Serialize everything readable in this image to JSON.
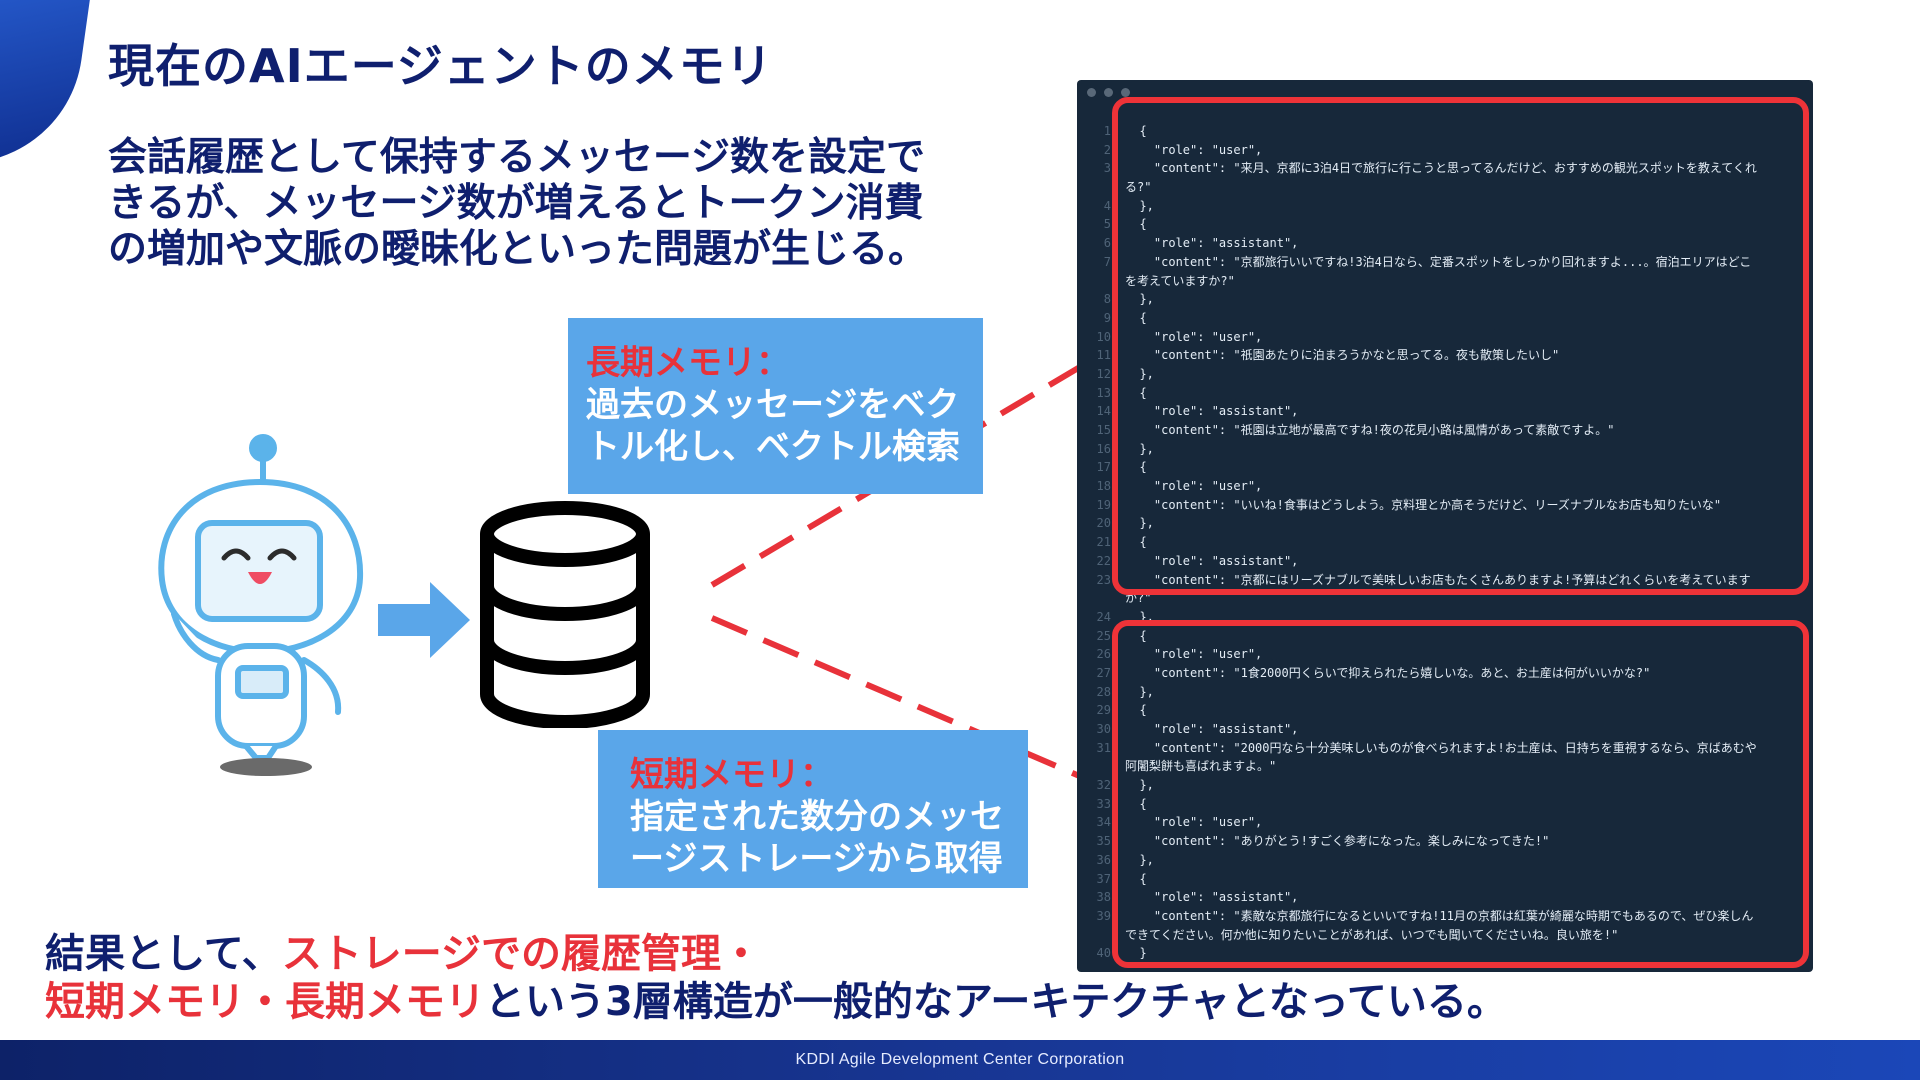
{
  "slide": {
    "title": "現在のAIエージェントのメモリ",
    "intro": "会話履歴として保持するメッセージ数を設定で\nきるが、メッセージ数が増えるとトークン消費\nの増加や文脈の曖昧化といった問題が生じる。"
  },
  "long_memory": {
    "title": "長期メモリ：",
    "body": "過去のメッセージをベク\nトル化し、ベクトル検索"
  },
  "short_memory": {
    "title": "短期メモリ：",
    "body": "指定された数分のメッセ\nージストレージから取得"
  },
  "code": {
    "lines": [
      {
        "n": "1",
        "t": "  {"
      },
      {
        "n": "2",
        "t": "    \"role\": \"user\","
      },
      {
        "n": "3",
        "t": "    \"content\": \"来月、京都に3泊4日で旅行に行こうと思ってるんだけど、おすすめの観光スポットを教えてくれ"
      },
      {
        "n": "",
        "t": "る?\""
      },
      {
        "n": "4",
        "t": "  },"
      },
      {
        "n": "5",
        "t": "  {"
      },
      {
        "n": "6",
        "t": "    \"role\": \"assistant\","
      },
      {
        "n": "7",
        "t": "    \"content\": \"京都旅行いいですね!3泊4日なら、定番スポットをしっかり回れますよ...。宿泊エリアはどこ"
      },
      {
        "n": "",
        "t": "を考えていますか?\""
      },
      {
        "n": "8",
        "t": "  },"
      },
      {
        "n": "9",
        "t": "  {"
      },
      {
        "n": "10",
        "t": "    \"role\": \"user\","
      },
      {
        "n": "11",
        "t": "    \"content\": \"祇園あたりに泊まろうかなと思ってる。夜も散策したいし\""
      },
      {
        "n": "12",
        "t": "  },"
      },
      {
        "n": "13",
        "t": "  {"
      },
      {
        "n": "14",
        "t": "    \"role\": \"assistant\","
      },
      {
        "n": "15",
        "t": "    \"content\": \"祇園は立地が最高ですね!夜の花見小路は風情があって素敵ですよ。\""
      },
      {
        "n": "16",
        "t": "  },"
      },
      {
        "n": "17",
        "t": "  {"
      },
      {
        "n": "18",
        "t": "    \"role\": \"user\","
      },
      {
        "n": "19",
        "t": "    \"content\": \"いいね!食事はどうしよう。京料理とか高そうだけど、リーズナブルなお店も知りたいな\""
      },
      {
        "n": "20",
        "t": "  },"
      },
      {
        "n": "21",
        "t": "  {"
      },
      {
        "n": "22",
        "t": "    \"role\": \"assistant\","
      },
      {
        "n": "23",
        "t": "    \"content\": \"京都にはリーズナブルで美味しいお店もたくさんありますよ!予算はどれくらいを考えています"
      },
      {
        "n": "",
        "t": "か?\""
      },
      {
        "n": "24",
        "t": "  },"
      },
      {
        "n": "25",
        "t": "  {"
      },
      {
        "n": "26",
        "t": "    \"role\": \"user\","
      },
      {
        "n": "27",
        "t": "    \"content\": \"1食2000円くらいで抑えられたら嬉しいな。あと、お土産は何がいいかな?\""
      },
      {
        "n": "28",
        "t": "  },"
      },
      {
        "n": "29",
        "t": "  {"
      },
      {
        "n": "30",
        "t": "    \"role\": \"assistant\","
      },
      {
        "n": "31",
        "t": "    \"content\": \"2000円なら十分美味しいものが食べられますよ!お土産は、日持ちを重視するなら、京ばあむや"
      },
      {
        "n": "",
        "t": "阿闍梨餅も喜ばれますよ。\""
      },
      {
        "n": "32",
        "t": "  },"
      },
      {
        "n": "33",
        "t": "  {"
      },
      {
        "n": "34",
        "t": "    \"role\": \"user\","
      },
      {
        "n": "35",
        "t": "    \"content\": \"ありがとう!すごく参考になった。楽しみになってきた!\""
      },
      {
        "n": "36",
        "t": "  },"
      },
      {
        "n": "37",
        "t": "  {"
      },
      {
        "n": "38",
        "t": "    \"role\": \"assistant\","
      },
      {
        "n": "39",
        "t": "    \"content\": \"素敵な京都旅行になるといいですね!11月の京都は紅葉が綺麗な時期でもあるので、ぜひ楽しん"
      },
      {
        "n": "",
        "t": "できてください。何か他に知りたいことがあれば、いつでも聞いてくださいね。良い旅を!\""
      },
      {
        "n": "40",
        "t": "  }"
      }
    ]
  },
  "conclusion": {
    "part1": "結果として、",
    "part2": "ストレージでの履歴管理・",
    "part3": "短期メモリ・長期メモリ",
    "part4": "という3層構造が一般的なアーキテクチャとなっている。"
  },
  "footer": {
    "company": "KDDI Agile Development Center Corporation"
  },
  "colors": {
    "navy": "#0f1f6e",
    "accent_red": "#e8323a",
    "box_blue": "#5aa6e9",
    "code_bg": "#17283a",
    "robot_blue": "#5bb3ea"
  },
  "icons": [
    "robot-illustration",
    "right-arrow-icon",
    "database-icon"
  ]
}
